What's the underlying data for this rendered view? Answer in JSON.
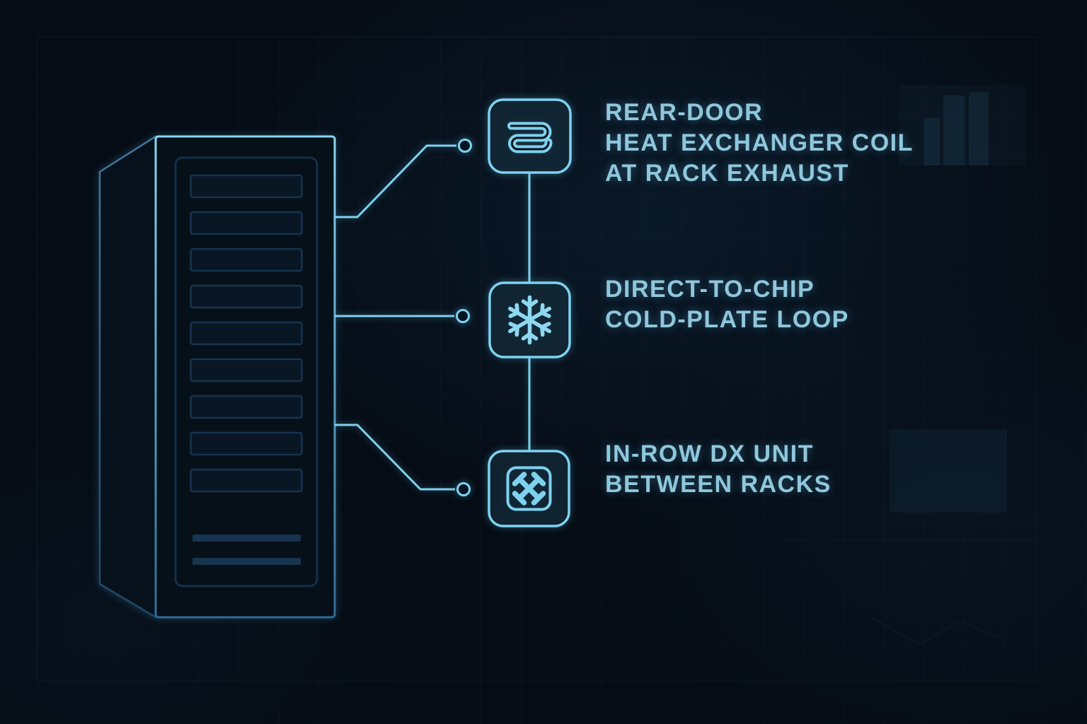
{
  "colors": {
    "background": "#050c15",
    "accent": "#7ed2ef",
    "accent_soft": "#8fc7db",
    "rack_front_top": "#8ad6ee",
    "rack_front_bottom": "#2d6a95",
    "rack_side": "#2f6e99",
    "panel_line": "#14304b"
  },
  "diagram": {
    "rack": {
      "name": "server-rack",
      "slot_count": 9
    },
    "items": [
      {
        "icon": "heat-exchanger-coil-icon",
        "lines": [
          "REAR-DOOR",
          "HEAT EXCHANGER COIL",
          "AT RACK EXHAUST"
        ]
      },
      {
        "icon": "snowflake-icon",
        "lines": [
          "DIRECT-TO-CHIP",
          "COLD-PLATE LOOP"
        ]
      },
      {
        "icon": "crossed-tools-icon",
        "lines": [
          "IN-ROW DX UNIT",
          "BETWEEN RACKS"
        ]
      }
    ]
  }
}
